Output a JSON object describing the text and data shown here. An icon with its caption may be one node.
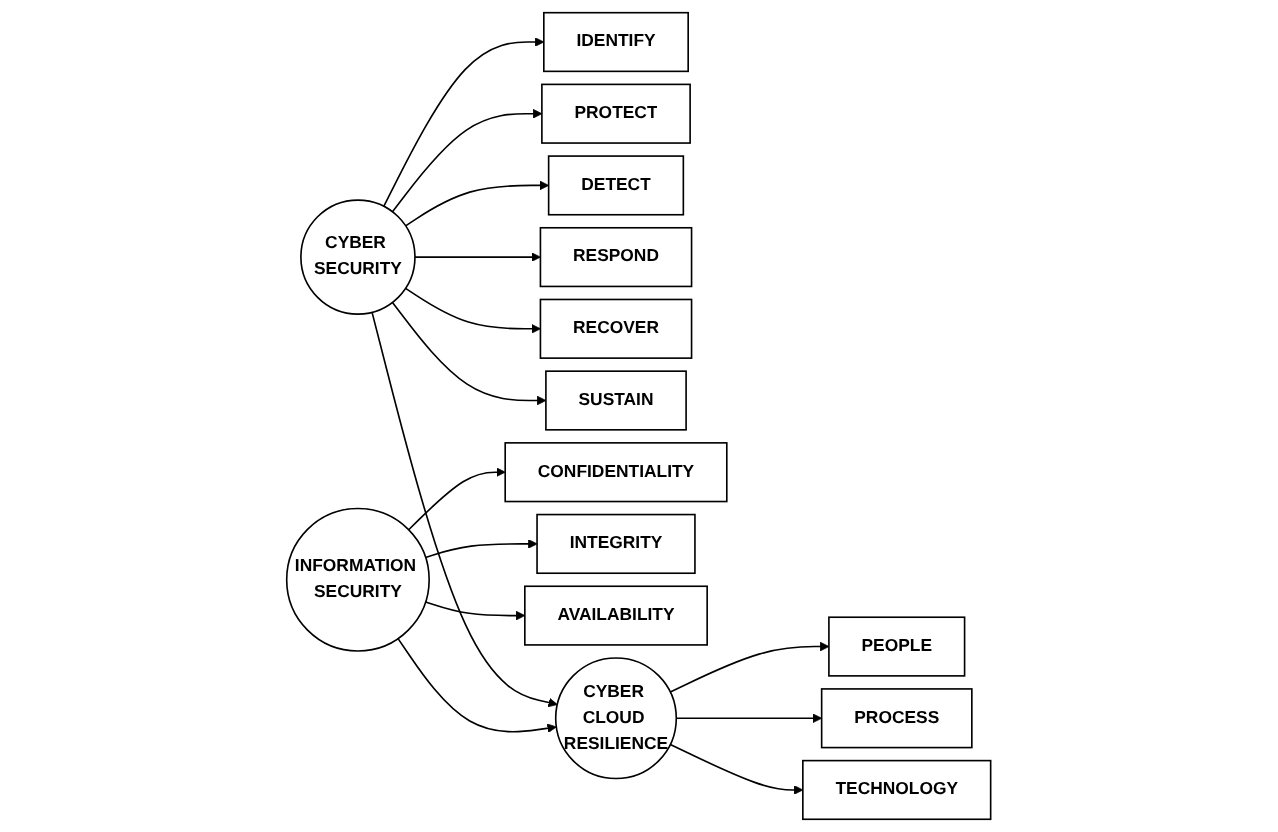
{
  "diagram": {
    "nodes": [
      {
        "text": [
          "CYBER SECURITY"
        ]
      },
      {
        "text": [
          "IDENTIFY"
        ]
      },
      {
        "text": [
          "PROTECT"
        ]
      },
      {
        "text": [
          "DETECT"
        ]
      },
      {
        "text": [
          "RESPOND"
        ]
      },
      {
        "text": [
          "RECOVER"
        ]
      },
      {
        "text": [
          "SUSTAIN"
        ]
      },
      {
        "text": [
          "INFORMATION SECURITY"
        ]
      },
      {
        "text": [
          "CONFIDENTIALITY"
        ]
      },
      {
        "text": [
          "INTEGRITY"
        ]
      },
      {
        "text": [
          "AVAILABILITY"
        ]
      },
      {
        "text": [
          "CYBER CLOUD RESILIENCE"
        ]
      },
      {
        "text": [
          "PEOPLE"
        ]
      },
      {
        "text": [
          "PROCESS"
        ]
      },
      {
        "text": [
          "TECHNOLOGY"
        ]
      }
    ],
    "edges": [
      {
        "from": 0,
        "to": 1,
        "arrow": "to"
      },
      {
        "from": 0,
        "to": 2,
        "arrow": "to"
      },
      {
        "from": 0,
        "to": 3,
        "arrow": "to"
      },
      {
        "from": 0,
        "to": 4,
        "arrow": "to"
      },
      {
        "from": 0,
        "to": 5,
        "arrow": "to"
      },
      {
        "from": 0,
        "to": 6,
        "arrow": "to"
      },
      {
        "from": 7,
        "to": 8,
        "arrow": "to"
      },
      {
        "from": 7,
        "to": 9,
        "arrow": "to"
      },
      {
        "from": 7,
        "to": 10,
        "arrow": "to"
      },
      {
        "from": 0,
        "to": 11,
        "arrow": "to"
      },
      {
        "from": 7,
        "to": 11,
        "arrow": "to"
      },
      {
        "from": 11,
        "to": 12,
        "arrow": "to"
      },
      {
        "from": 11,
        "to": 13,
        "arrow": "to"
      },
      {
        "from": 11,
        "to": 14,
        "arrow": "to"
      }
    ]
  }
}
